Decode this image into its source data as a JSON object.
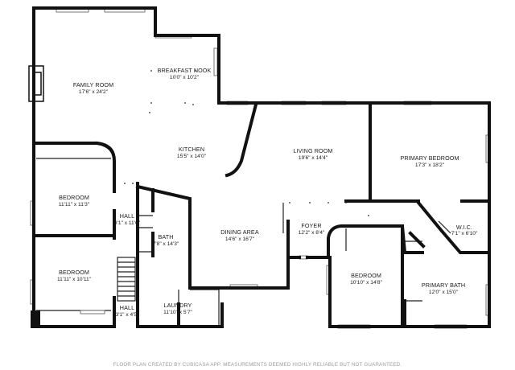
{
  "rooms": {
    "family_room": {
      "name": "FAMILY ROOM",
      "dims": "17'6\" x 24'2\""
    },
    "breakfast_nook": {
      "name": "BREAKFAST NOOK",
      "dims": "10'0\" x 10'2\""
    },
    "kitchen": {
      "name": "KITCHEN",
      "dims": "15'5\" x 14'0\""
    },
    "living_room": {
      "name": "LIVING ROOM",
      "dims": "19'6\" x 14'4\""
    },
    "primary_bedroom": {
      "name": "PRIMARY BEDROOM",
      "dims": "17'3\" x 18'2\""
    },
    "bedroom_1": {
      "name": "BEDROOM",
      "dims": "11'11\" x 11'3\""
    },
    "hall_1": {
      "name": "HALL",
      "dims": "3'1\" x 11'6\""
    },
    "bath": {
      "name": "BATH",
      "dims": "7'8\" x 14'3\""
    },
    "dining_area": {
      "name": "DINING AREA",
      "dims": "14'6\" x 16'7\""
    },
    "foyer": {
      "name": "FOYER",
      "dims": "12'2\" x 8'4\""
    },
    "wic": {
      "name": "W.I.C.",
      "dims": "7'1\" x 6'10\""
    },
    "bedroom_2": {
      "name": "BEDROOM",
      "dims": "11'11\" x 10'11\""
    },
    "bedroom_3": {
      "name": "BEDROOM",
      "dims": "10'10\" x 14'8\""
    },
    "primary_bath": {
      "name": "PRIMARY BATH",
      "dims": "12'0\" x 15'0\""
    },
    "laundry": {
      "name": "LAUNDRY",
      "dims": "11'10\" x 5'7\""
    },
    "hall_2": {
      "name": "HALL",
      "dims": "3'1\" x 4'5\""
    }
  },
  "footer": "FLOOR PLAN CREATED BY CUBICASA APP. MEASUREMENTS DEEMED HIGHLY RELIABLE BUT NOT GUARANTEED."
}
